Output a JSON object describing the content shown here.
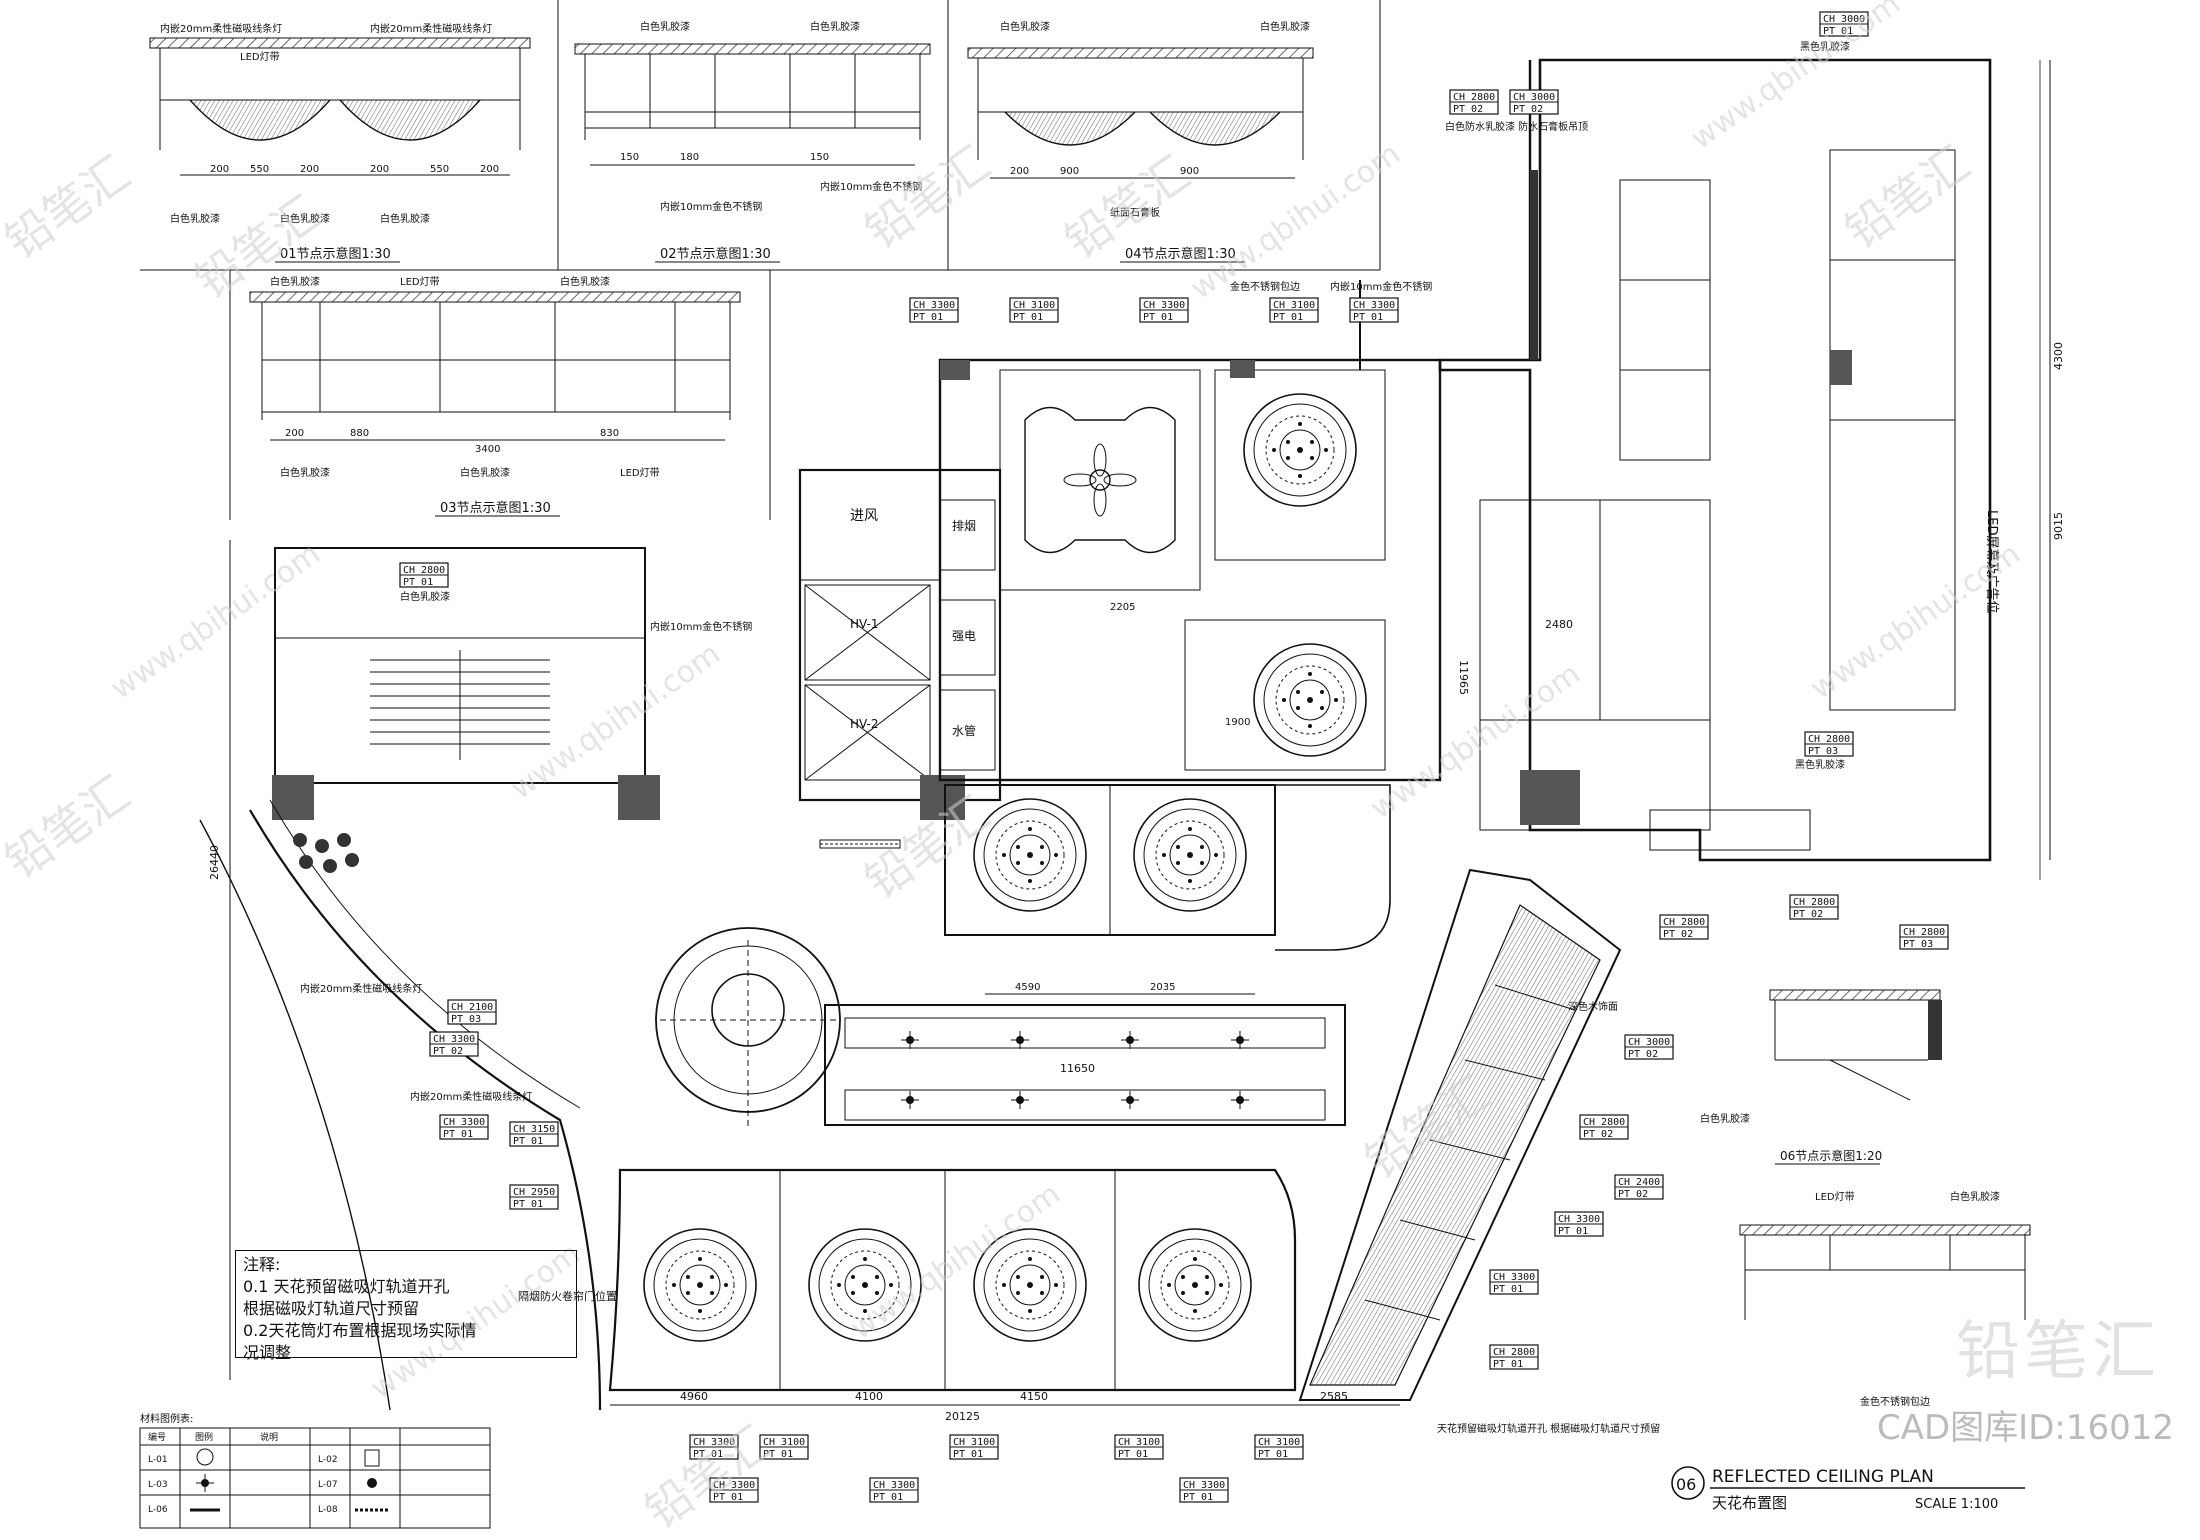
{
  "details": {
    "d01": "01节点示意图1:30",
    "d02": "02节点示意图1:30",
    "d03": "03节点示意图1:30",
    "d04": "04节点示意图1:30",
    "d06": "06节点示意图1:20"
  },
  "labels": {
    "white_latex": "白色乳胶漆",
    "led_strip": "LED灯带",
    "magnetic_light": "内嵌20mm柔性磁吸线条灯",
    "stainless": "内嵌10mm金色不锈钢",
    "gold_stainless": "金色不锈钢包边",
    "gypsum": "纸面石膏板",
    "waterproof_gypsum": "白色防水乳胶漆 防水石膏板吊顶",
    "black_latex": "黑色乳胶漆",
    "dark_wood": "深色木饰面",
    "led_billboard": "LED屏幕及广告位",
    "fire_shutter": "隔烟防火卷帘门位置",
    "mag_track": "天花预留磁吸灯轨道开孔 根据磁吸灯轨道尺寸预留"
  },
  "rooms": {
    "fresh_air": "进风",
    "smoke": "排烟",
    "hv1": "HV-1",
    "hv2": "HV-2",
    "pipe": "水管",
    "elec": "强电"
  },
  "dims": {
    "d11650": "11650",
    "d4590": "4590",
    "d2035": "2035",
    "d20125": "20125",
    "d4100": "4100",
    "d4150": "4150",
    "d4960": "4960",
    "d2585": "2585",
    "d26440": "26440",
    "d2480": "2480",
    "d1900": "1900",
    "d2205": "2205",
    "d11965": "11965",
    "d9015": "9015",
    "d4300": "4300",
    "d3400": "3400"
  },
  "tags": {
    "ch2800": "CH 2800",
    "ch3300": "CH 3300",
    "ch3100": "CH 3100",
    "ch3000": "CH 3000",
    "ch2100": "CH 2100",
    "ch3150": "CH 3150",
    "ch2950": "CH 2950",
    "ch2400": "CH 2400",
    "pt01": "PT 01",
    "pt02": "PT 02",
    "pt03": "PT 03"
  },
  "notes": {
    "title": "注释:",
    "line1": "0.1 天花预留磁吸灯轨道开孔",
    "line2": "根据磁吸灯轨道尺寸预留",
    "line3": "0.2天花筒灯布置根据现场实际情",
    "line4": "况调整"
  },
  "legend": {
    "header": "材料图例表:",
    "col1": "编号",
    "col2": "图例",
    "col3": "说明",
    "l01": "L-01",
    "l03": "L-03",
    "l06": "L-06",
    "l02": "L-02",
    "l07": "L-07",
    "l08": "L-08"
  },
  "plan": {
    "number": "06",
    "title_en": "REFLECTED CEILING PLAN",
    "title_cn": "天花布置图",
    "scale": "SCALE 1:100"
  },
  "watermark": {
    "brand": "铅笔汇",
    "id_text": "CAD图库ID:16012",
    "url": "www.qbihui.com"
  }
}
